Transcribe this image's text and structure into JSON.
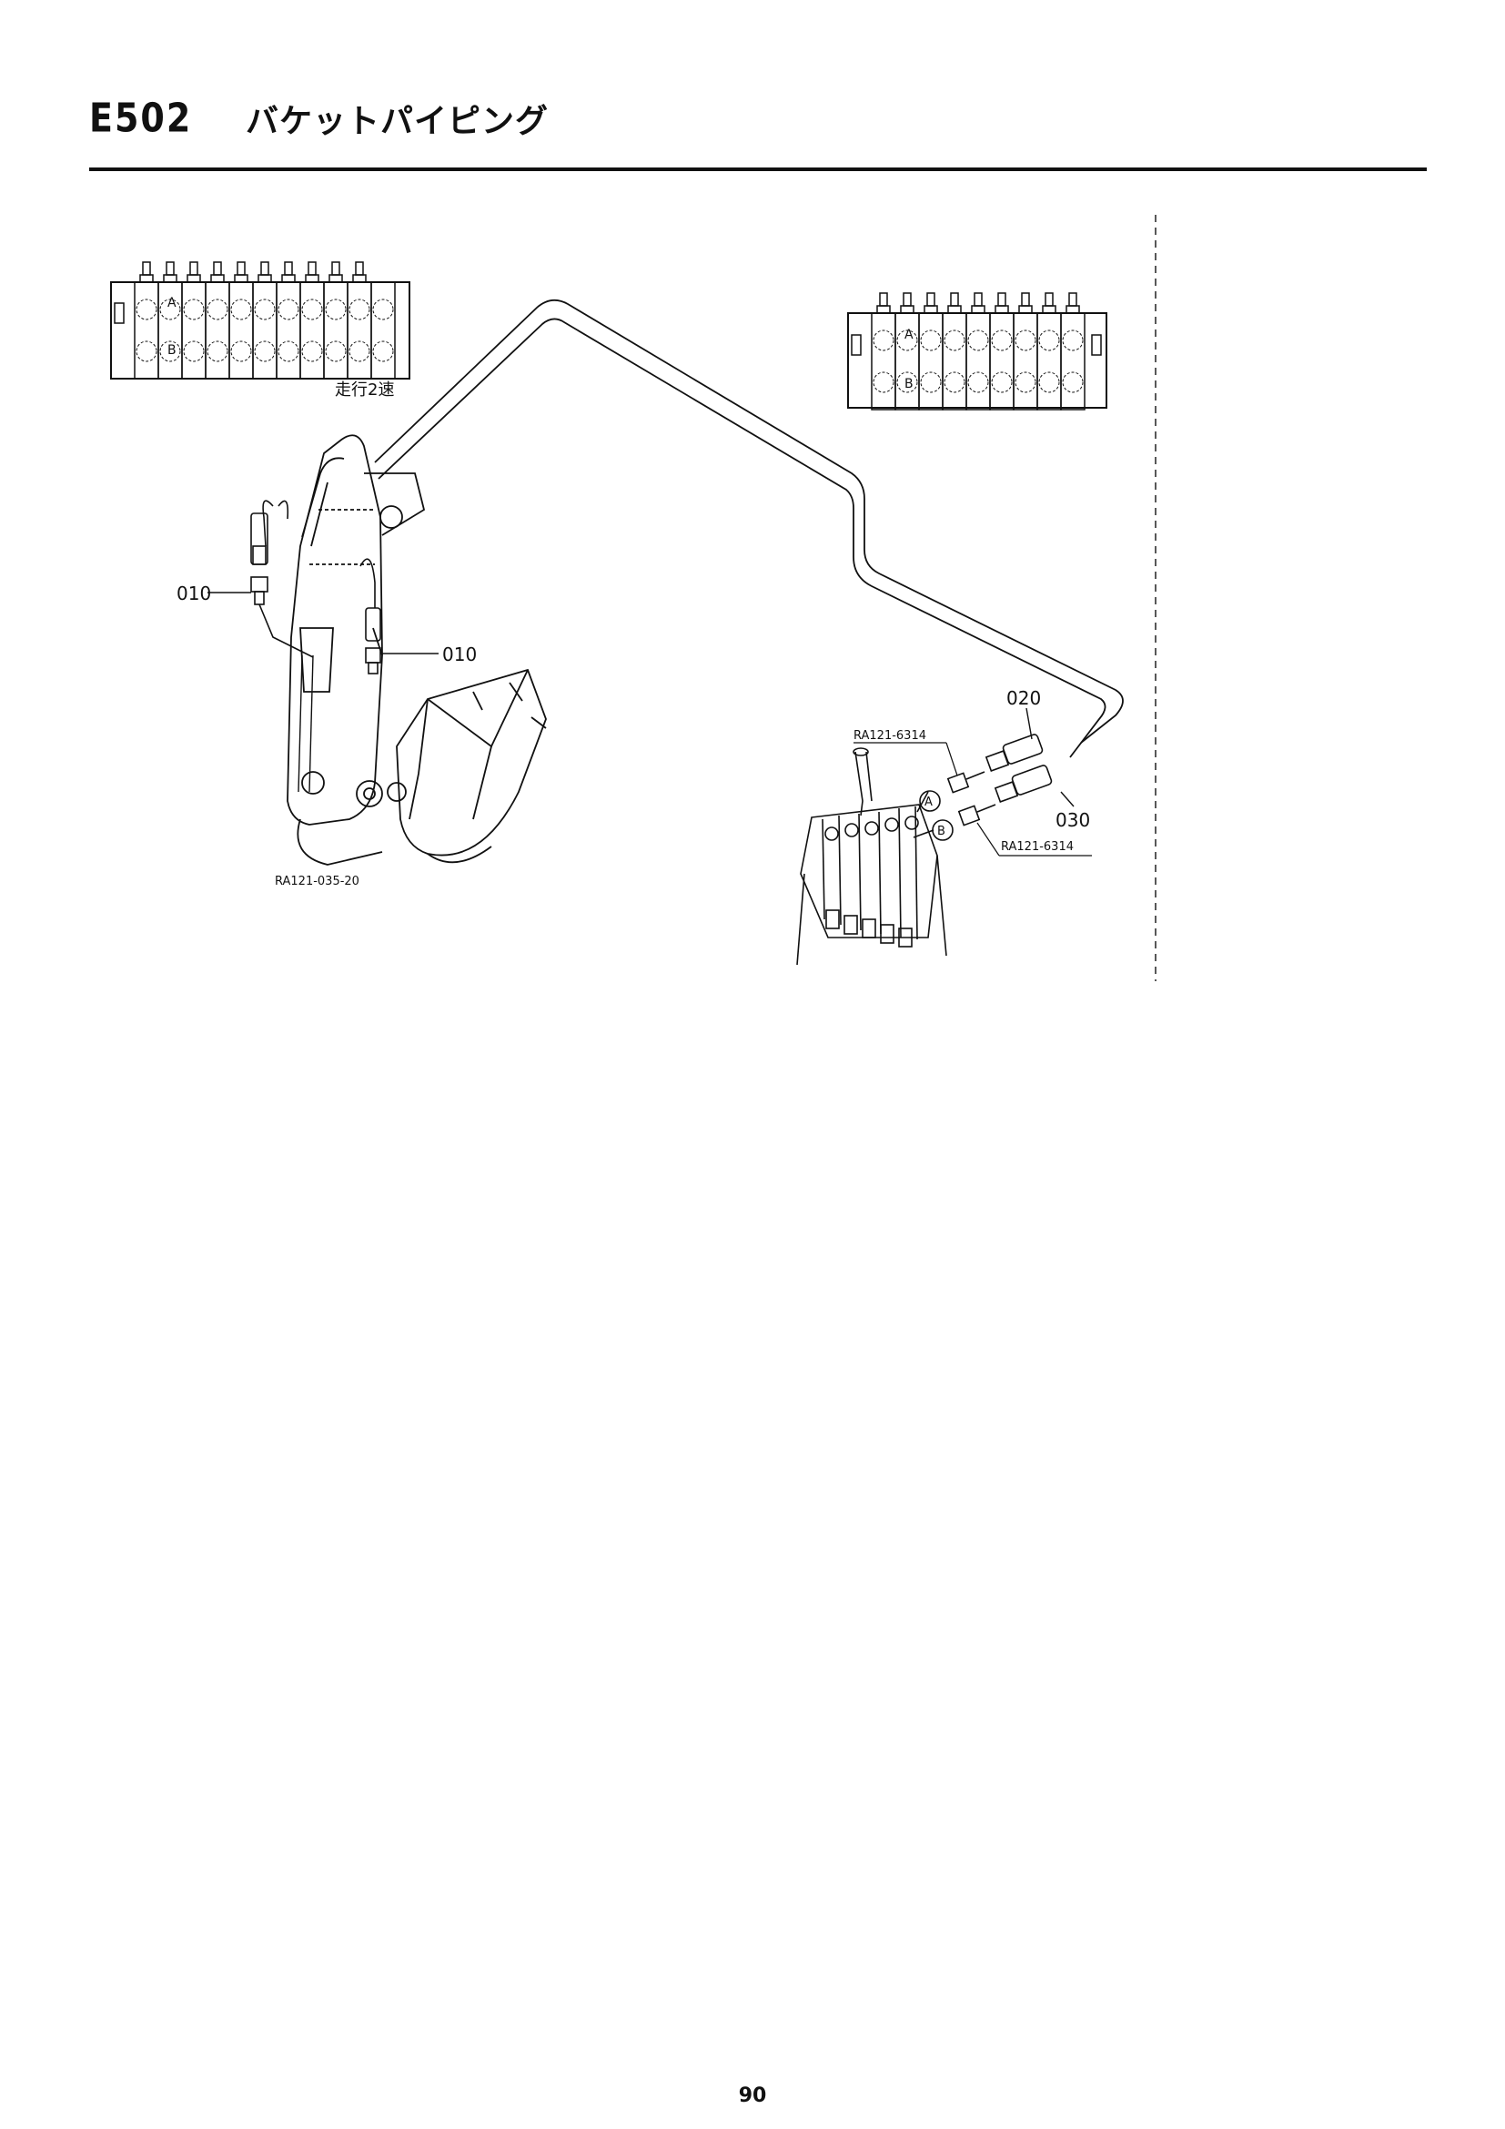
{
  "header": {
    "code": "E502",
    "title": "バケットパイピング"
  },
  "diagram": {
    "valve_panel_left": {
      "port_a": "A",
      "port_b": "B",
      "caption": "走行2速"
    },
    "valve_panel_right": {
      "port_a": "A",
      "port_b": "B"
    },
    "callouts": {
      "left_fitting": "010",
      "right_fitting": "010",
      "hose_upper": "020",
      "hose_lower": "030",
      "fitting_ref_upper": "RA121-6314",
      "fitting_ref_lower": "RA121-6314",
      "port_a": "A",
      "port_b": "B"
    },
    "drawing_ref": "RA121-035-20"
  },
  "footer": {
    "page_number": "90"
  }
}
